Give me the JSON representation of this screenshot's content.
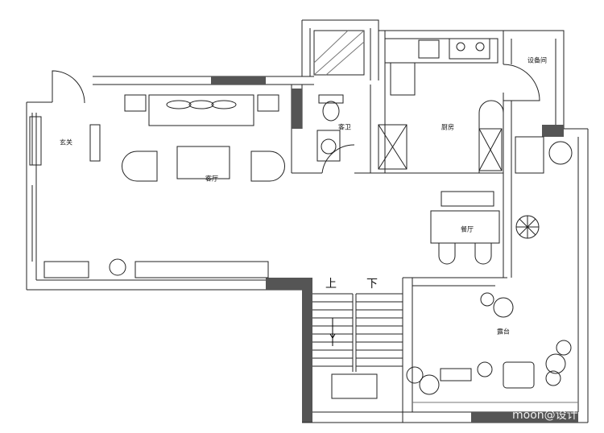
{
  "rooms": {
    "entry": "玄关",
    "living": "客厅",
    "guest_bath": "客卫",
    "kitchen": "厨房",
    "equipment": "设备间",
    "dining": "餐厅",
    "terrace": "露台"
  },
  "stairs": {
    "up": "上",
    "down": "下"
  },
  "watermark": "moon@设计",
  "colors": {
    "wall": "#111111",
    "dark_wall": "#555555",
    "line": "#333333"
  }
}
